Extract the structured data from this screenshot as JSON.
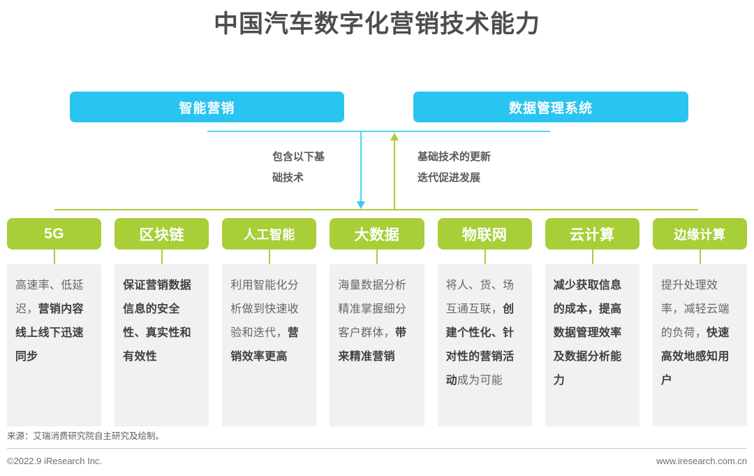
{
  "title": "中国汽车数字化营销技术能力",
  "colors": {
    "blue": "#2ac4f0",
    "blue_line": "#4fd3f7",
    "green": "#a8ce38",
    "body_bg": "#f1f1f1",
    "title_text": "#4d4d4d"
  },
  "top_boxes": [
    {
      "label": "智能营销"
    },
    {
      "label": "数据管理系统"
    }
  ],
  "connectors": {
    "down": {
      "caption": "包含以下基\n础技术",
      "direction": "down",
      "color": "#4fd3f7"
    },
    "up": {
      "caption": "基础技术的更新\n迭代促进发展",
      "direction": "up",
      "color": "#a8ce38"
    }
  },
  "columns": [
    {
      "header": "5G",
      "body_html": "高速率、低延迟，<b>营销内容线上线下迅速同步</b>"
    },
    {
      "header": "区块链",
      "body_html": "<b>保证营销数据信息的安全性、真实性和有效性</b>"
    },
    {
      "header": "人工智能",
      "body_html": "利用智能化分析做到快速收验和迭代，<b>营销效率更高</b>"
    },
    {
      "header": "大数据",
      "body_html": "海量数据分析精准掌握细分客户群体，<b>带来精准营销</b>"
    },
    {
      "header": "物联网",
      "body_html": "将人、货、场互通互联，<b>创建个性化、针对性的营销活动</b>成为可能"
    },
    {
      "header": "云计算",
      "body_html": "<b>减少获取信息的成本，提高数据管理效率及数据分析能力</b>"
    },
    {
      "header": "边缘计算",
      "body_html": "提升处理效率，减轻云端的负荷，<b>快速高效地感知用户</b>"
    }
  ],
  "footer": {
    "source": "来源：艾瑞消费研究院自主研究及绘制。",
    "copyright": "©2022.9 iResearch Inc.",
    "url": "www.iresearch.com.cn"
  }
}
